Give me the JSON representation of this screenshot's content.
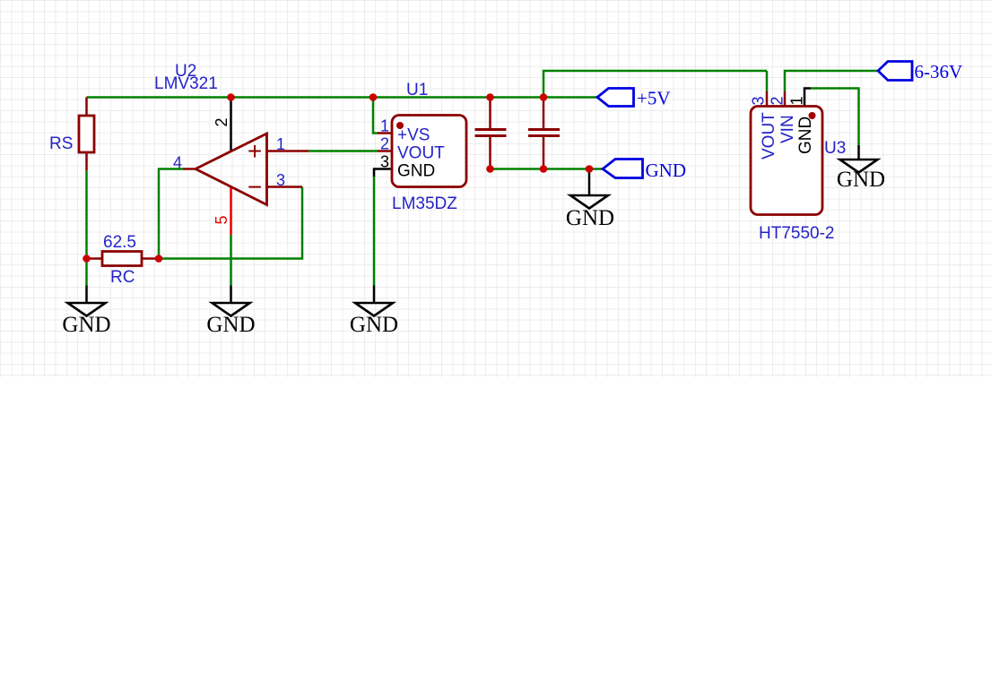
{
  "colors": {
    "bg": "#FFFFFF",
    "grid": "#ECECEC",
    "wire": "#008000",
    "comp": "#8B0000",
    "junction": "#CC0000",
    "pindot": "#A40000",
    "label": "#2323C8",
    "flag": "#0000E0",
    "black": "#000000",
    "red": "#EE0000"
  },
  "opamp": {
    "ref": "U2",
    "value": "LMV321",
    "pin_out": "4",
    "pin_in_plus": "1",
    "pin_in_minus": "3",
    "pin_vplus": "2",
    "pin_vminus": "5",
    "plus_sign": "+",
    "minus_sign": "−"
  },
  "resistor_rs": {
    "ref": "RS"
  },
  "resistor_rc": {
    "ref": "RC",
    "value": "62.5"
  },
  "u1": {
    "ref": "U1",
    "value": "LM35DZ",
    "pin1_num": "1",
    "pin2_num": "2",
    "pin3_num": "3",
    "pin1_name": "+VS",
    "pin2_name": "VOUT",
    "pin3_name": "GND"
  },
  "u3": {
    "ref": "U3",
    "value": "HT7550-2",
    "pin3_num": "3",
    "pin2_num": "2",
    "pin1_num": "1",
    "pin3_name": "VOUT",
    "pin2_name": "VIN",
    "pin1_name": "GND"
  },
  "flags": {
    "power_5v": "+5V",
    "ground": "GND",
    "power_input": "6-36V"
  },
  "grounds": {
    "g1": "GND",
    "g2": "GND",
    "g3": "GND",
    "g4": "GND",
    "g5": "GND"
  }
}
